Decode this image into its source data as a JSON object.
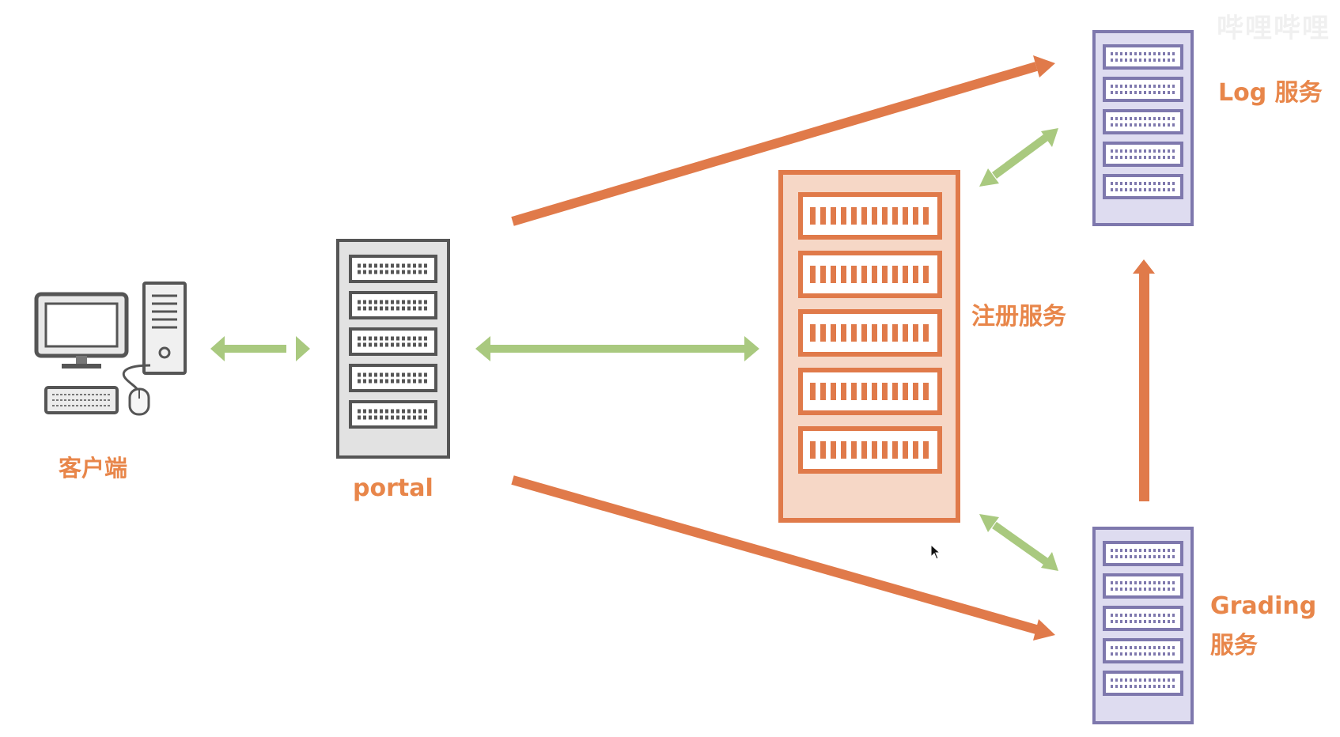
{
  "colors": {
    "orange": "#e07a4a",
    "orange_light": "#f6d7c6",
    "green": "#a9c97f",
    "purple": "#7e78ad",
    "purple_light": "#dedcf0",
    "gray": "#555555",
    "gray_light": "#e2e2e2",
    "label": "#e8864a"
  },
  "nodes": {
    "client": {
      "label": "客户端",
      "icon": "desktop-computer-icon"
    },
    "portal": {
      "label": "portal",
      "icon": "server-rack-icon"
    },
    "registry": {
      "label": "注册服务",
      "icon": "server-rack-icon"
    },
    "log": {
      "label": "Log 服务",
      "icon": "server-rack-icon"
    },
    "grading": {
      "label_line1": "Grading",
      "label_line2": "服务",
      "icon": "server-rack-icon"
    }
  },
  "watermark": "哔哩哔哩"
}
